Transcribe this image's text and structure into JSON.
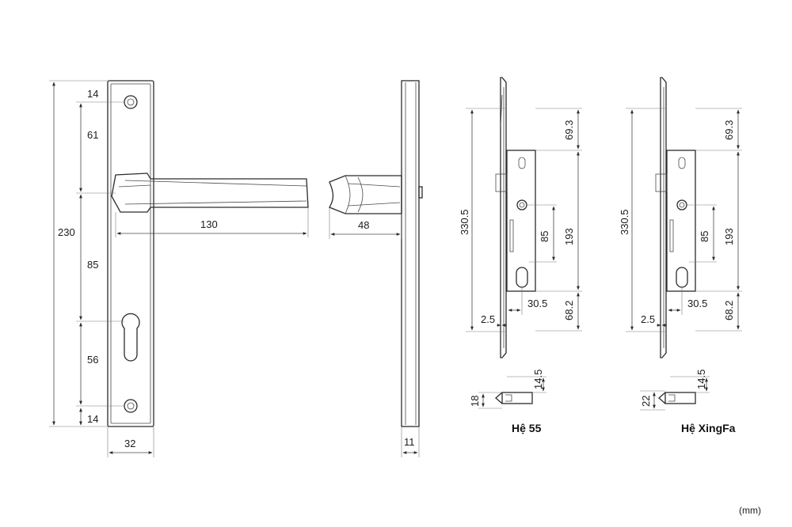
{
  "front_view": {
    "d_top_hole": "14",
    "d_hole_to_handle": "61",
    "d_total_height": "230",
    "d_handle_length": "130",
    "d_handle_to_keyhole": "85",
    "d_keyhole_to_hole": "56",
    "d_bottom_hole": "14",
    "d_plate_width": "32"
  },
  "side_view": {
    "d_projection": "48",
    "d_thickness": "11"
  },
  "lock_he55": {
    "d_top": "69.3",
    "d_total": "330.5",
    "d_body": "193",
    "d_center": "85",
    "d_backset": "30.5",
    "d_faceplate": "2.5",
    "d_bottom": "68.2",
    "d_latch_height": "14.5",
    "d_latch_width": "18",
    "caption": "Hệ 55"
  },
  "lock_xingfa": {
    "d_top": "69.3",
    "d_total": "330.5",
    "d_body": "193",
    "d_center": "85",
    "d_backset": "30.5",
    "d_faceplate": "2.5",
    "d_bottom": "68.2",
    "d_latch_height": "14.5",
    "d_latch_width": "22",
    "caption": "Hệ XingFa"
  },
  "unit_note": "(mm)",
  "colors": {
    "line": "#2b2b2b",
    "text": "#1c1c1c",
    "background": "#ffffff"
  }
}
